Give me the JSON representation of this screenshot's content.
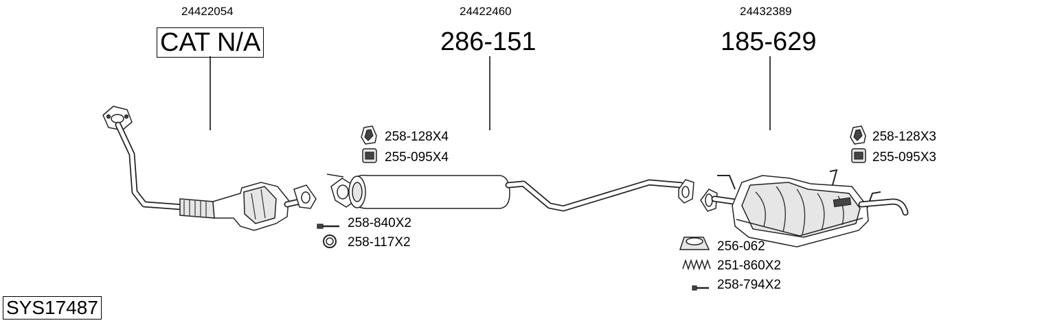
{
  "oe_numbers": {
    "left": "24422054",
    "middle": "24422460",
    "right": "24432389"
  },
  "main_parts": {
    "left": "CAT N/A",
    "middle": "286-151",
    "right": "185-629"
  },
  "accessories": {
    "middle_hanger": "258-128X4",
    "middle_mount": "255-095X4",
    "bolt_front": "258-840X2",
    "ring_front": "258-117X2",
    "right_hanger": "258-128X3",
    "right_mount": "255-095X3",
    "gasket_rear": "256-062",
    "spring_rear": "251-860X2",
    "bolt_rear": "258-794X2"
  },
  "system_id": "SYS17487"
}
